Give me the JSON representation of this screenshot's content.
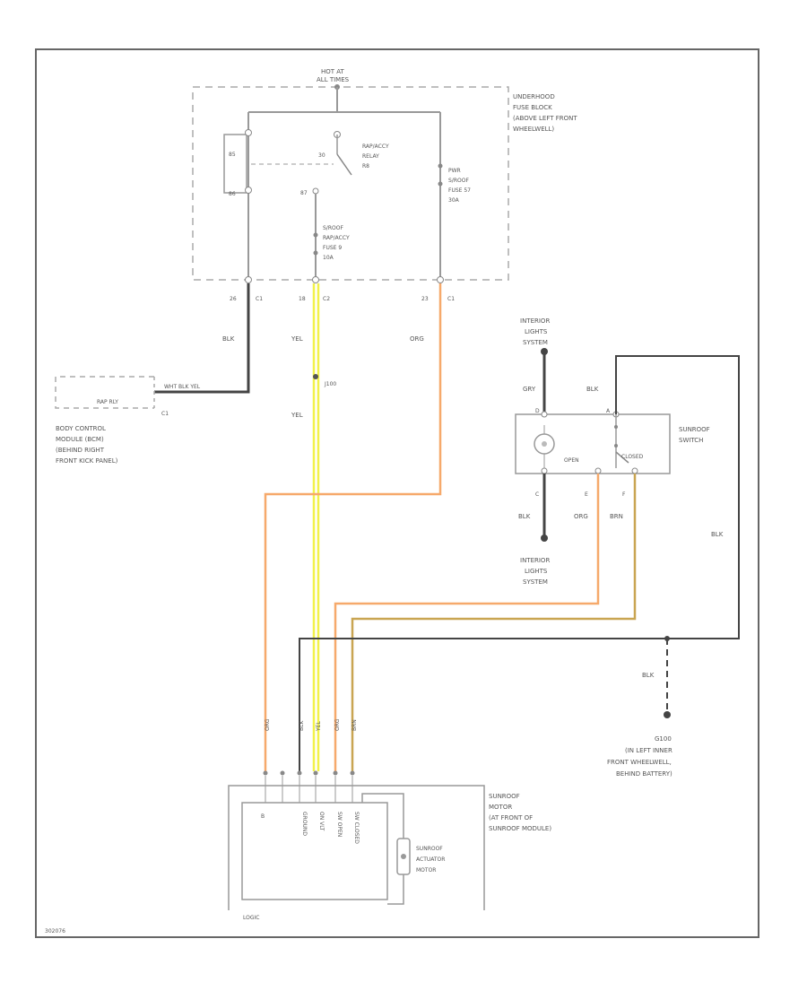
{
  "diagram_id": "302076",
  "fuse_block": {
    "hot_label": [
      "HOT AT",
      "ALL TIMES"
    ],
    "name": [
      "UNDERHOOD",
      "FUSE BLOCK",
      "(ABOVE LEFT FRONT",
      "WHEELWELL)"
    ],
    "relay_name": [
      "RAP/ACCY",
      "RELAY",
      "R8"
    ],
    "relay_pins": {
      "p85": "85",
      "p86": "86",
      "p30": "30",
      "p87": "87"
    },
    "fuse_left": [
      "S/ROOF",
      "RAP/ACCY",
      "FUSE 9",
      "10A"
    ],
    "fuse_right": [
      "PWR",
      "S/ROOF",
      "FUSE 57",
      "30A"
    ],
    "connector_left": {
      "pin": "26",
      "conn": "C1"
    },
    "connector_mid": {
      "pin": "18",
      "conn": "C2"
    },
    "connector_right": {
      "pin": "23",
      "conn": "C1"
    }
  },
  "wires": {
    "blk": "BLK",
    "yel": "YEL",
    "org": "ORG",
    "gry": "GRY",
    "brn": "BRN"
  },
  "splice": "J100",
  "bcm": {
    "inner": "RAP RLY",
    "wire_label": "WHT BLK  YEL",
    "conn": "C1",
    "name": [
      "BODY CONTROL",
      "MODULE (BCM)",
      "(BEHIND RIGHT",
      "FRONT KICK PANEL)"
    ]
  },
  "interior_lights_top": [
    "INTERIOR",
    "LIGHTS",
    "SYSTEM"
  ],
  "interior_lights_bottom": [
    "INTERIOR",
    "LIGHTS",
    "SYSTEM"
  ],
  "sunroof_switch": {
    "name": [
      "SUNROOF",
      "SWITCH"
    ],
    "pin_d": "D",
    "pin_a": "A",
    "pin_c": "C",
    "pin_e": "E",
    "pin_f": "F",
    "open": "OPEN",
    "closed": "CLOSED"
  },
  "ground": {
    "name": "G100",
    "desc": [
      "(IN LEFT INNER",
      "FRONT WHEELWELL,",
      "BEHIND BATTERY)"
    ]
  },
  "motor": {
    "name": [
      "SUNROOF",
      "MOTOR",
      "(AT FRONT OF",
      "SUNROOF MODULE)"
    ],
    "pin_labels": [
      "B",
      "GROUND",
      "ON VLT",
      "SW OPEN",
      "SW CLOSED"
    ],
    "wire_colors": [
      "ORG",
      "BLK",
      "YEL",
      "ORG",
      "BRN"
    ],
    "actuator": [
      "SUNROOF",
      "ACTUATOR",
      "MOTOR"
    ],
    "logic": "LOGIC"
  },
  "colors": {
    "wire_blk": "#444444",
    "wire_yel": "#f2f24a",
    "wire_org": "#f6a96b",
    "wire_brn": "#c9a552",
    "dashed": "#aaaaaa",
    "frame": "#666666"
  }
}
